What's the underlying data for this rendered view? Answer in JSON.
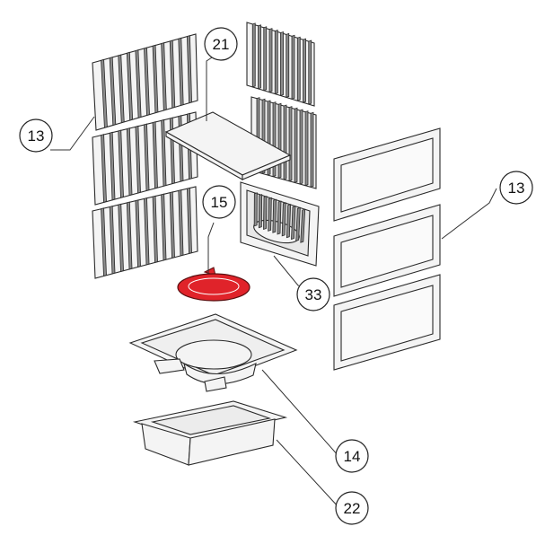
{
  "diagram": {
    "callouts": [
      {
        "id": "c13a",
        "label": "13"
      },
      {
        "id": "c21",
        "label": "21"
      },
      {
        "id": "c15",
        "label": "15"
      },
      {
        "id": "c13b",
        "label": "13"
      },
      {
        "id": "c33",
        "label": "33"
      },
      {
        "id": "c14",
        "label": "14"
      },
      {
        "id": "c22",
        "label": "22"
      }
    ],
    "highlight_color": "#e0232a"
  }
}
